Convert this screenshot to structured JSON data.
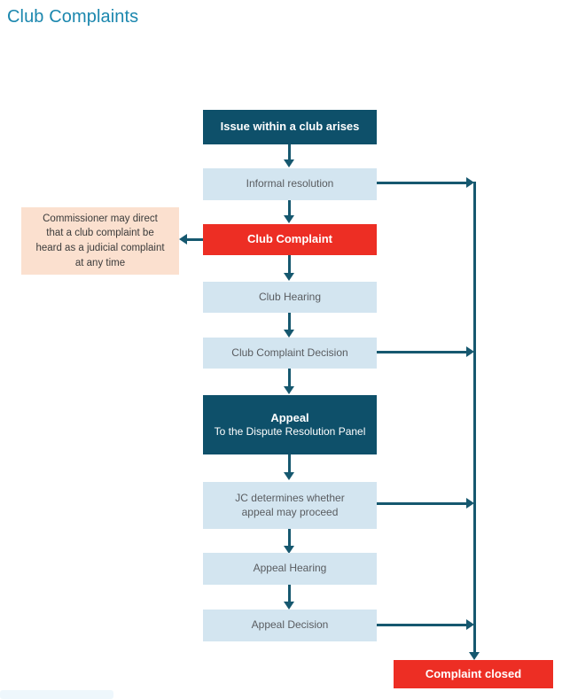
{
  "page": {
    "title": "Club Complaints",
    "background": "#ffffff"
  },
  "colors": {
    "title": "#1b87ae",
    "dark_box": "#0e506a",
    "light_box": "#d3e5f0",
    "red_box": "#ed2e24",
    "peach_box": "#fbe0cf",
    "connector": "#16586f",
    "light_text": "#595c60",
    "white_text": "#ffffff",
    "footer_band": "#eef7fc"
  },
  "chart_data": {
    "type": "diagram",
    "title": "Club Complaints",
    "nodes": [
      {
        "id": "issue",
        "label": "Issue within a club arises",
        "style": "dark"
      },
      {
        "id": "informal",
        "label": "Informal resolution",
        "style": "light"
      },
      {
        "id": "club_complaint",
        "label": "Club Complaint",
        "style": "red"
      },
      {
        "id": "club_hearing",
        "label": "Club Hearing",
        "style": "light"
      },
      {
        "id": "club_decision",
        "label": "Club Complaint Decision",
        "style": "light"
      },
      {
        "id": "appeal",
        "label": "Appeal",
        "sublabel": "To the Dispute Resolution Panel",
        "style": "dark"
      },
      {
        "id": "jc_determines",
        "label_line1": "JC determines whether",
        "label_line2": "appeal may proceed",
        "style": "light"
      },
      {
        "id": "appeal_hearing",
        "label": "Appeal Hearing",
        "style": "light"
      },
      {
        "id": "appeal_decision",
        "label": "Appeal Decision",
        "style": "light"
      },
      {
        "id": "complaint_closed",
        "label": "Complaint closed",
        "style": "red"
      },
      {
        "id": "commissioner_note",
        "label_line1": "Commissioner may direct",
        "label_line2": "that a club complaint be",
        "label_line3": "heard as a judicial complaint",
        "label_line4": "at any time",
        "style": "peach"
      }
    ],
    "edges": [
      {
        "from": "issue",
        "to": "informal",
        "direction": "down"
      },
      {
        "from": "informal",
        "to": "club_complaint",
        "direction": "down"
      },
      {
        "from": "club_complaint",
        "to": "club_hearing",
        "direction": "down"
      },
      {
        "from": "club_hearing",
        "to": "club_decision",
        "direction": "down"
      },
      {
        "from": "club_decision",
        "to": "appeal",
        "direction": "down"
      },
      {
        "from": "appeal",
        "to": "jc_determines",
        "direction": "down"
      },
      {
        "from": "jc_determines",
        "to": "appeal_hearing",
        "direction": "down"
      },
      {
        "from": "appeal_hearing",
        "to": "appeal_decision",
        "direction": "down"
      },
      {
        "from": "club_complaint",
        "to": "commissioner_note",
        "direction": "left"
      },
      {
        "from": "informal",
        "to": "complaint_closed",
        "direction": "right"
      },
      {
        "from": "club_decision",
        "to": "complaint_closed",
        "direction": "right"
      },
      {
        "from": "jc_determines",
        "to": "complaint_closed",
        "direction": "right"
      },
      {
        "from": "appeal_decision",
        "to": "complaint_closed",
        "direction": "right"
      }
    ]
  }
}
